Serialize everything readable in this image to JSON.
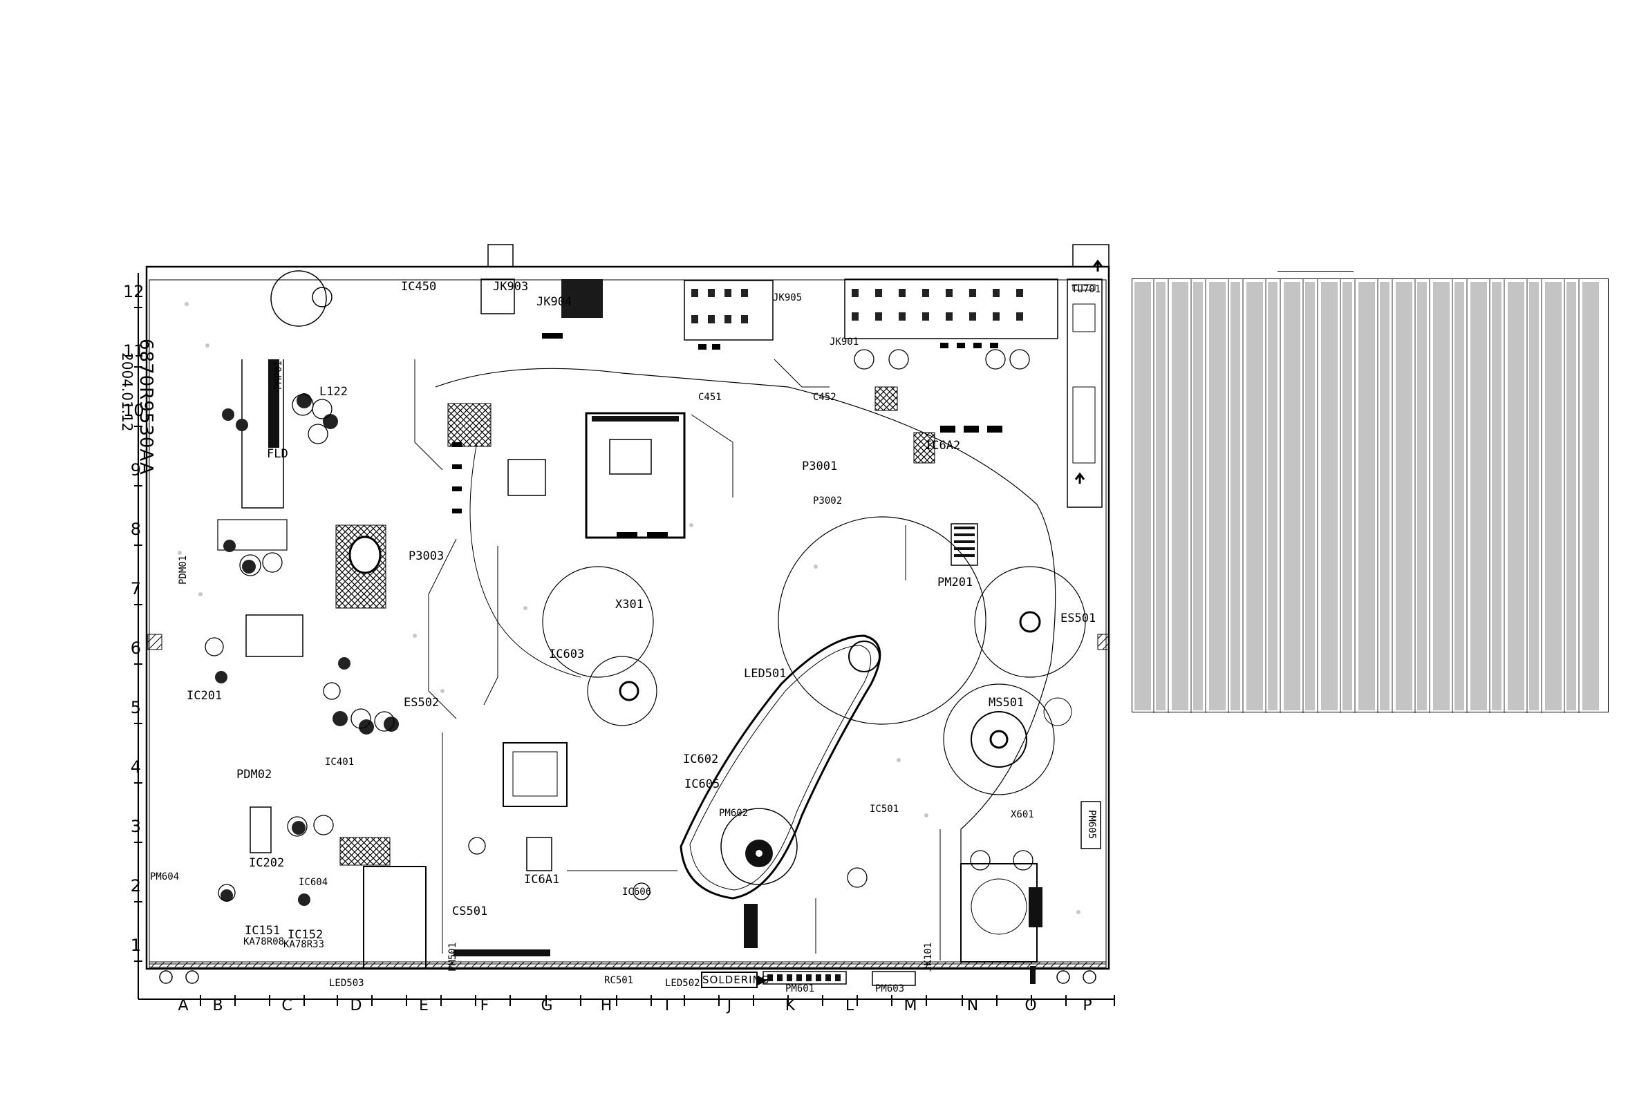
{
  "board": {
    "part_number": "6870R9530AA",
    "date": "2004.01.12",
    "soldering_label": "SOLDERING"
  },
  "grid": {
    "rows": [
      "12",
      "11",
      "10",
      "9",
      "8",
      "7",
      "6",
      "5",
      "4",
      "3",
      "2",
      "1"
    ],
    "columns": [
      "A",
      "B",
      "C",
      "D",
      "E",
      "F",
      "G",
      "H",
      "I",
      "J",
      "K",
      "L",
      "M",
      "N",
      "O",
      "P"
    ]
  },
  "components": {
    "jk903": "JK903",
    "jk904": "JK904",
    "jk905": "JK905",
    "jk901": "JK901",
    "ic450": "IC450",
    "pmpo1": "PMP01",
    "l122": "L122",
    "fld": "FLD",
    "c451": "C451",
    "c452": "C452",
    "p3001": "P3001",
    "p3003": "P3003",
    "ic6a2": "IC6A2",
    "x301": "X301",
    "ic603": "IC603",
    "p3002": "P3002",
    "pm201": "PM201",
    "es501": "ES501",
    "ms501": "MS501",
    "ic201": "IC201",
    "es502": "ES502",
    "led501": "LED501",
    "ic602": "IC602",
    "ic605": "IC605",
    "ic401": "IC401",
    "pdm02": "PDM02",
    "pdm01": "PDM01",
    "ic202": "IC202",
    "ic604": "IC604",
    "pm604": "PM604",
    "ic6a1": "IC6A1",
    "ic606": "IC606",
    "cs501": "CS501",
    "ic151": "IC151",
    "ic151_part": "KA78R08",
    "ic152": "IC152",
    "ic152_part": "KA78R33",
    "led503": "LED503",
    "rc501": "RC501",
    "led502": "LED502",
    "pm601": "PM601",
    "pm603": "PM603",
    "jk101": "JK101",
    "pm501": "PM501",
    "tu701": "TU701",
    "x601": "X601",
    "pm602": "PM602",
    "pm605": "PM605",
    "ic501": "IC501"
  },
  "colors": {
    "ink": "#000000",
    "paper": "#ffffff",
    "hatch": "#333333",
    "pad": "#888888"
  }
}
